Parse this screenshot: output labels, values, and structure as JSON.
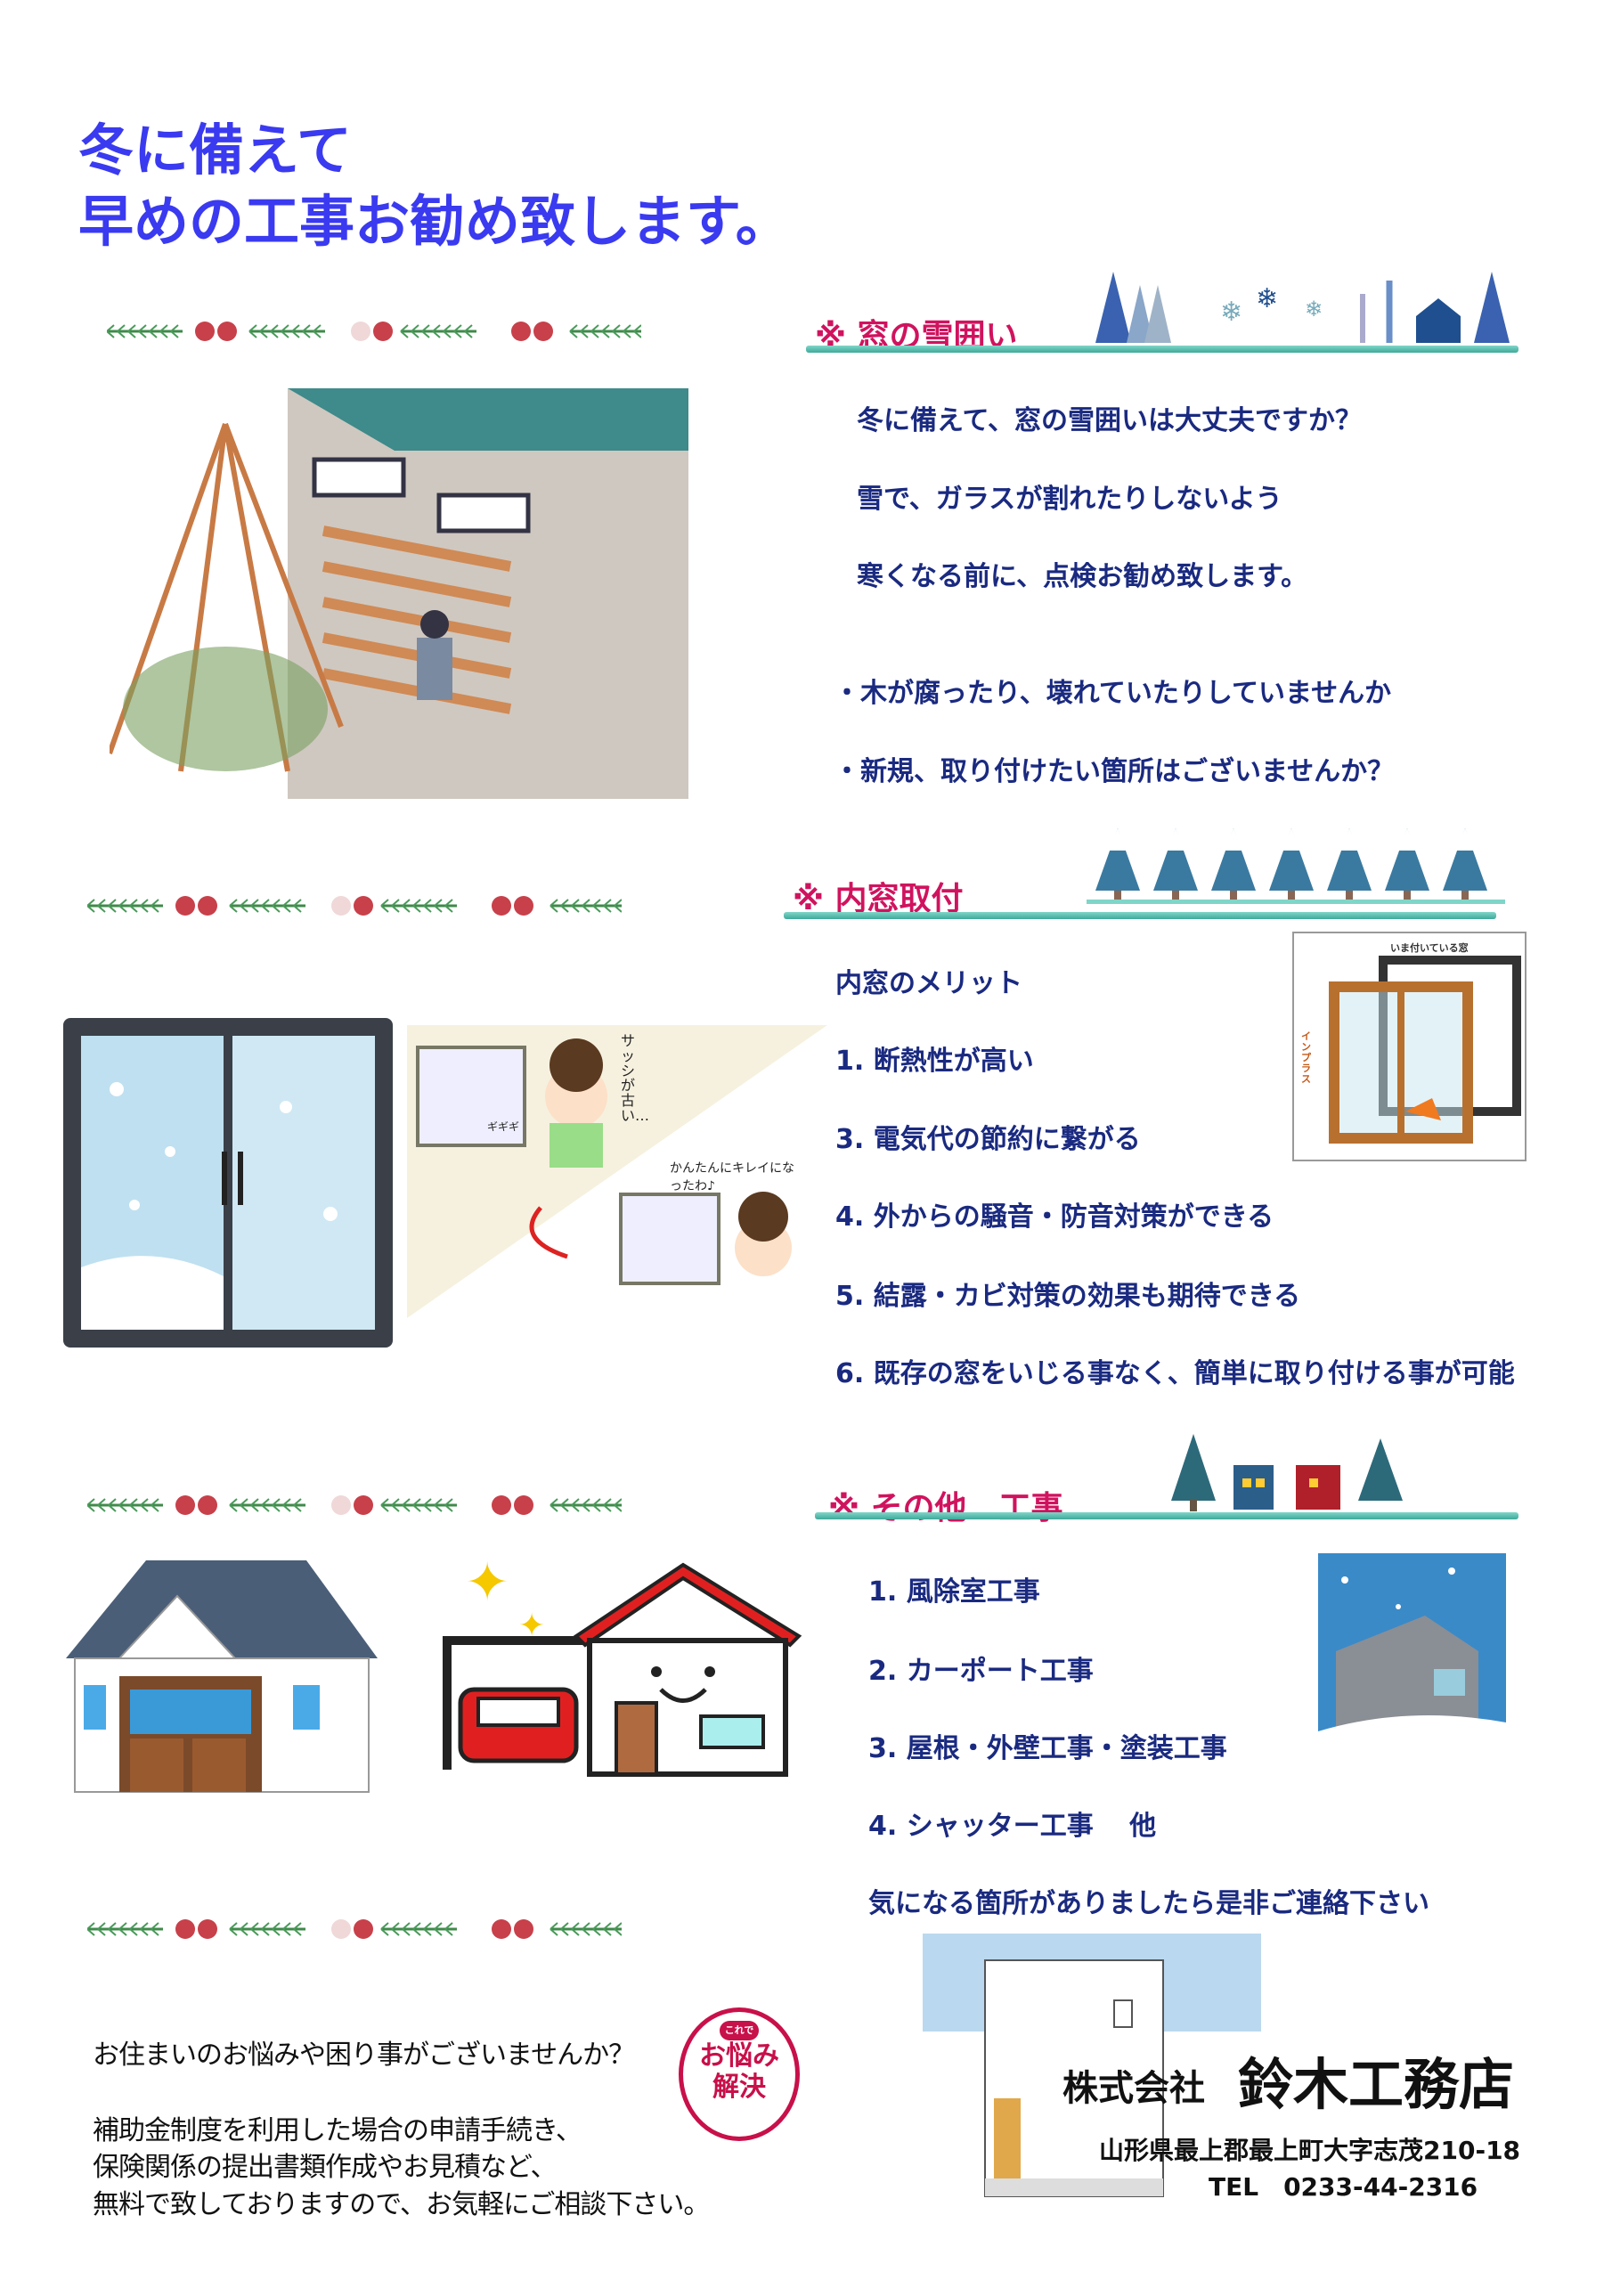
{
  "title": {
    "line1": "冬に備えて",
    "line2": "早めの工事お勧め致します。"
  },
  "section1": {
    "heading": "※ 窓の雪囲い",
    "lines": [
      "冬に備えて、窓の雪囲いは大丈夫ですか？",
      "雪で、ガラスが割れたりしないよう",
      "寒くなる前に、点検お勧め致します。"
    ],
    "bullets": [
      "・木が腐ったり、壊れていたりしていませんか",
      "・新規、取り付けたい箇所はございませんか？"
    ]
  },
  "section2": {
    "heading": "※ 内窓取付",
    "subheading": "内窓のメリット",
    "items": [
      "1.  断熱性が高い",
      "3.  電気代の節約に繋がる",
      "4.  外からの騒音・防音対策ができる",
      "5.  結露・カビ対策の効果も期待できる",
      "6.  既存の窓をいじる事なく、簡単に取り付ける事が可能"
    ],
    "diagram": {
      "label_top": "いま付いている窓",
      "label_side": "インプラス"
    },
    "comic": {
      "bubble1": "サッシが古い…",
      "sound": "ギギギ",
      "bubble2": "かんたんにキレイになったわ♪"
    }
  },
  "section3": {
    "heading": "※ その他　工事",
    "items": [
      "1.  風除室工事",
      "2.  カーポート工事",
      "3.  屋根・外壁工事・塗装工事",
      "4.  シャッター工事　 他"
    ],
    "note": "気になる箇所がありましたら是非ご連絡下さい"
  },
  "bottom": {
    "question": "お住まいのお悩みや困り事がございませんか？",
    "lines": [
      "補助金制度を利用した場合の申請手続き、",
      "保険関係の提出書類作成やお見積など、",
      "無料で致しておりますので、お気軽にご相談下さい。"
    ],
    "stamp": {
      "top": "これで",
      "mid": "お悩み",
      "bottom": "解決"
    }
  },
  "company": {
    "type": "株式会社",
    "name": "鈴木工務店",
    "address": "山形県最上郡最上町大字志茂210-18",
    "tel": "TEL　0233-44-2316"
  },
  "colors": {
    "title": "#3a3af0",
    "heading": "#d0135e",
    "body": "#1a2a80"
  }
}
